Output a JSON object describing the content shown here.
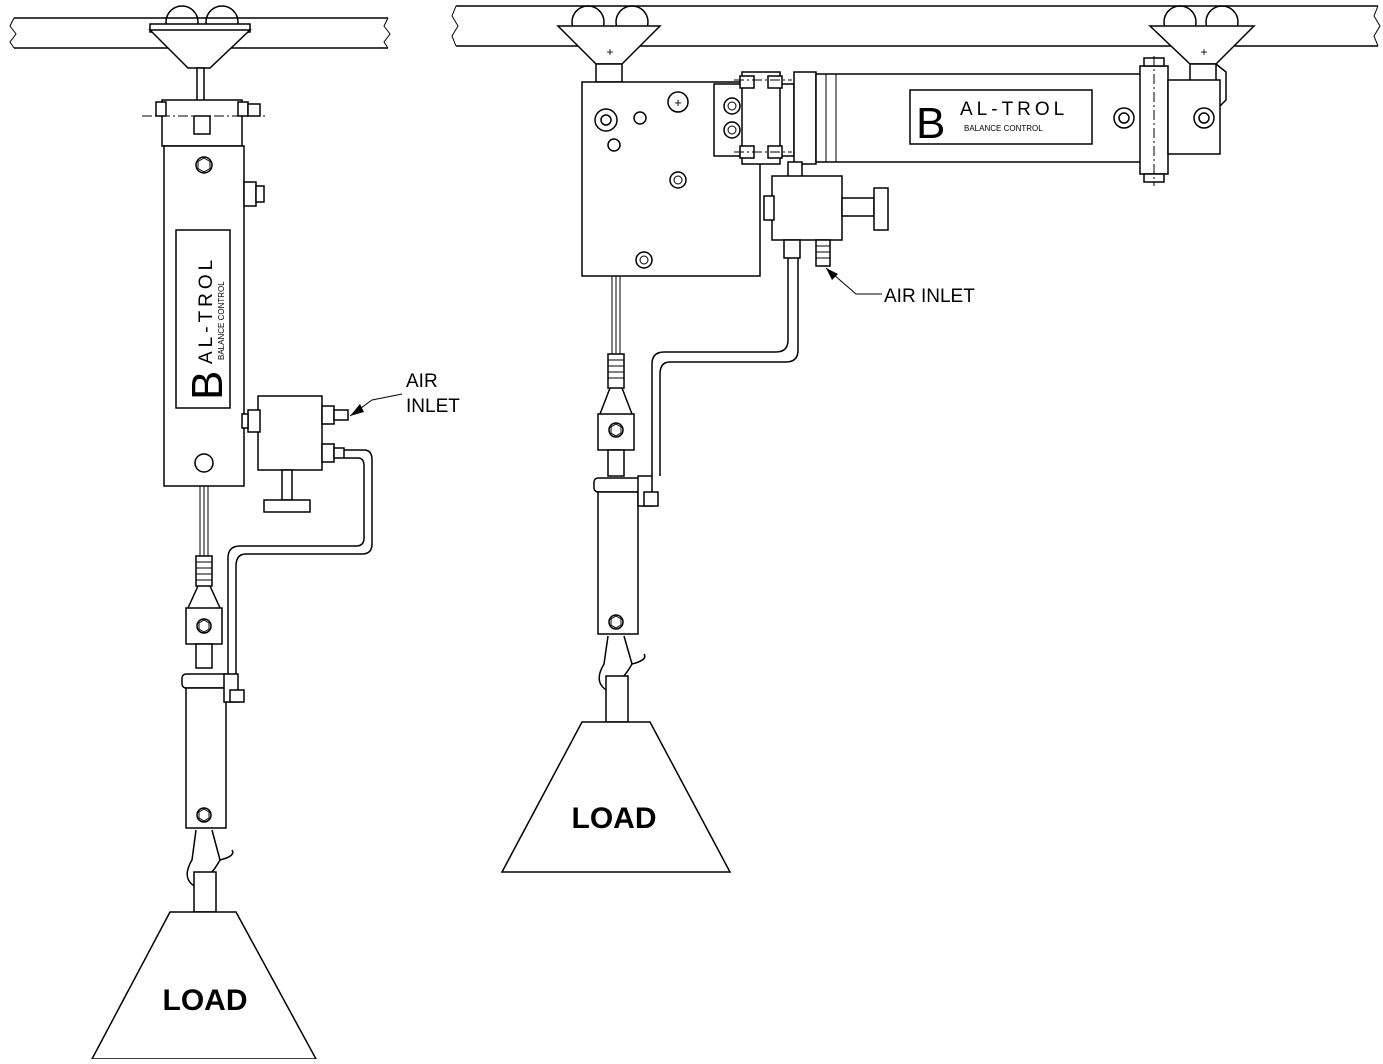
{
  "left_unit": {
    "logo_letter": "B",
    "logo_text": "AL-TROL",
    "logo_sub": "BALANCE CONTROL",
    "air_inlet_line1": "AIR",
    "air_inlet_line2": "INLET",
    "load_label": "LOAD"
  },
  "right_unit": {
    "logo_letter": "B",
    "logo_text": "AL-TROL",
    "logo_sub": "BALANCE CONTROL",
    "air_inlet_label": "AIR INLET",
    "load_label": "LOAD"
  }
}
